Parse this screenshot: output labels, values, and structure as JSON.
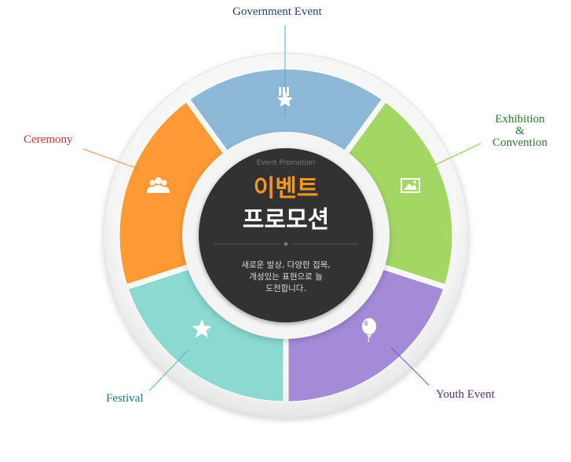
{
  "center": {
    "subtitle": "Event Promotion",
    "title_line1": "이벤트",
    "title_line2": "프로모션",
    "description_line1": "새로운 발상, 다양한 접목,",
    "description_line2": "개성있는 표현으로 늘",
    "description_line3": "도전합니다."
  },
  "segments": [
    {
      "label": "Government Event",
      "icon": "medal-star-icon",
      "color": "#8db9d7",
      "label_color": "#2b3d8c"
    },
    {
      "label_line1": "Exhibition",
      "label_line2": "&",
      "label_line3": "Convention",
      "icon": "picture-icon",
      "color": "#a3d663",
      "label_color": "#2e7a2e"
    },
    {
      "label": "Youth Event",
      "icon": "balloon-icon",
      "color": "#a48bd8",
      "label_color": "#5b2a82"
    },
    {
      "label": "Festival",
      "icon": "star-icon",
      "color": "#8cd9d1",
      "label_color": "#1a7a7a"
    },
    {
      "label": "Ceremony",
      "icon": "people-icon",
      "color": "#fd9a33",
      "label_color": "#c2382c"
    }
  ],
  "colors": {
    "center_disc": "#333333",
    "title_accent": "#f7961d",
    "leader_lines": [
      "#5aa7d4",
      "#7fcf42",
      "#7a55b8",
      "#4dbfb2",
      "#f29040"
    ]
  }
}
